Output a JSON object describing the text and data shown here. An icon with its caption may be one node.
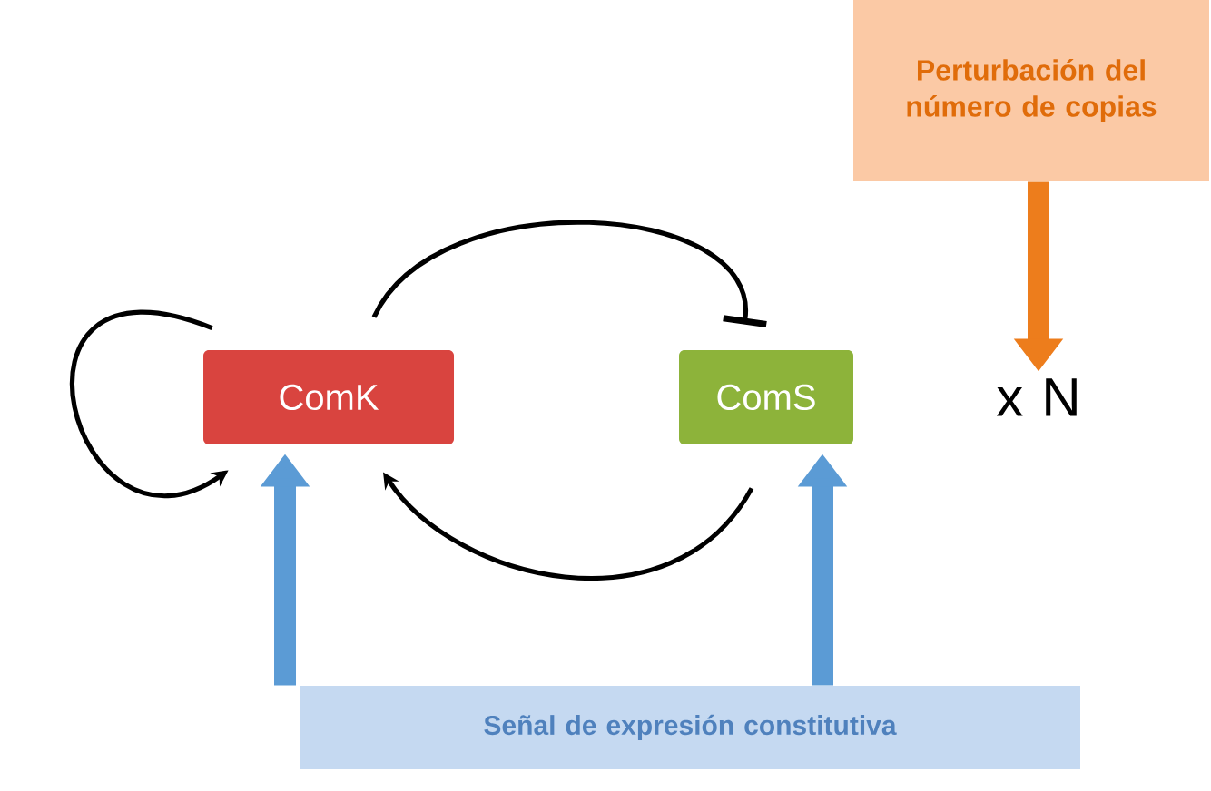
{
  "diagram": {
    "nodes": [
      {
        "text": [
          "ComK"
        ]
      },
      {
        "text": [
          "ComS"
        ]
      },
      {
        "text": [
          "x N"
        ]
      },
      {
        "text": [
          "Perturbación del número de copias"
        ]
      },
      {
        "text": [
          "Señal de expresión constitutiva"
        ]
      }
    ],
    "edges": [
      {
        "from": 0,
        "to": 0,
        "arrow": "to"
      },
      {
        "from": 0,
        "to": 1,
        "arrow": "other"
      },
      {
        "from": 1,
        "to": 0,
        "arrow": "to"
      },
      {
        "from": 3,
        "to": 2,
        "arrow": "to",
        "style": "thick",
        "color": "#ed7d1c"
      },
      {
        "from": 4,
        "to": 0,
        "arrow": "to",
        "style": "thick",
        "color": "#5b9bd5"
      },
      {
        "from": 4,
        "to": 1,
        "arrow": "to",
        "style": "thick",
        "color": "#5b9bd5"
      }
    ]
  }
}
